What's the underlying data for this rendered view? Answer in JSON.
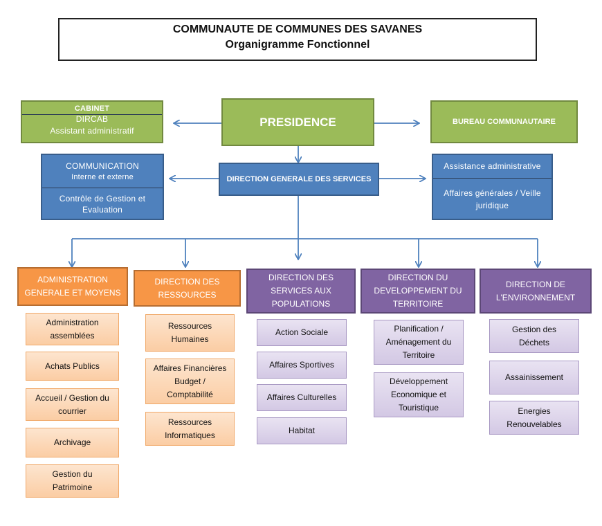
{
  "title": {
    "line1": "COMMUNAUTE DE COMMUNES DES SAVANES",
    "line2": "Organigramme Fonctionnel"
  },
  "top": {
    "cabinet": {
      "heading": "CABINET",
      "line1": "DIRCAB",
      "line2": "Assistant administratif"
    },
    "presidence": "PRESIDENCE",
    "bureau": "BUREAU COMMUNAUTAIRE"
  },
  "middle": {
    "communication": {
      "line1": "COMMUNICATION",
      "line2": "Interne et externe"
    },
    "controle": {
      "line1": "Contrôle de Gestion et",
      "line2": "Evaluation"
    },
    "dgs": "DIRECTION GENERALE DES SERVICES",
    "assistance": "Assistance administrative",
    "affaires": {
      "line1": "Affaires générales / Veille",
      "line2": "juridique"
    }
  },
  "directions": [
    {
      "title": [
        "ADMINISTRATION",
        "GENERALE ET MOYENS"
      ],
      "items": [
        [
          "Administration",
          "assemblées"
        ],
        [
          "Achats Publics"
        ],
        [
          "Accueil / Gestion du",
          "courrier"
        ],
        [
          "Archivage"
        ],
        [
          "Gestion du",
          "Patrimoine"
        ]
      ]
    },
    {
      "title": [
        "DIRECTION DES",
        "RESSOURCES"
      ],
      "items": [
        [
          "Ressources",
          "Humaines"
        ],
        [
          "Affaires Financières",
          "Budget /",
          "Comptabilité"
        ],
        [
          "Ressources",
          "Informatiques"
        ]
      ]
    },
    {
      "title": [
        "DIRECTION DES",
        "SERVICES AUX",
        "POPULATIONS"
      ],
      "items": [
        [
          "Action Sociale"
        ],
        [
          "Affaires Sportives"
        ],
        [
          "Affaires Culturelles"
        ],
        [
          "Habitat"
        ]
      ]
    },
    {
      "title": [
        "DIRECTION DU",
        "DEVELOPPEMENT DU",
        "TERRITOIRE"
      ],
      "items": [
        [
          "Planification /",
          "Aménagement du",
          "Territoire"
        ],
        [
          "Développement",
          "Economique et",
          "Touristique"
        ]
      ]
    },
    {
      "title": [
        "DIRECTION DE",
        "L'ENVIRONNEMENT"
      ],
      "items": [
        [
          "Gestion des",
          "Déchets"
        ],
        [
          "Assainissement"
        ],
        [
          "Energies",
          "Renouvelables"
        ]
      ]
    }
  ],
  "colors": {
    "green": "#9bbb59",
    "blue": "#4f81bd",
    "orange": "#f79646",
    "purple": "#8064a2",
    "connector": "#4f81bd"
  }
}
